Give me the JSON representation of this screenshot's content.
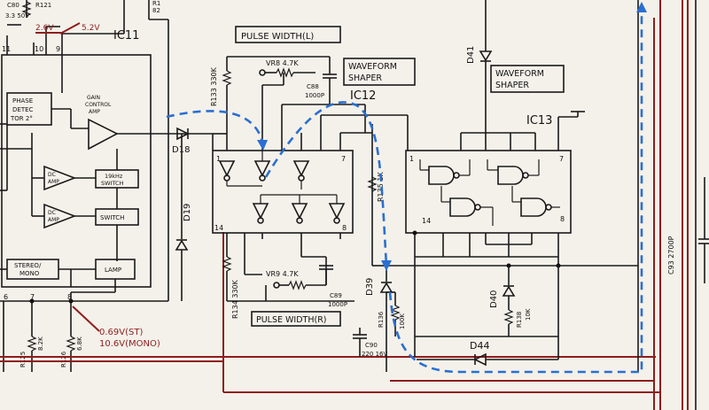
{
  "labels": {
    "ic11": "IC11",
    "ic12": "IC12",
    "ic13": "IC13",
    "pulse_width_l": "PULSE WIDTH(L)",
    "pulse_width_r": "PULSE WIDTH(R)",
    "waveform_shaper_1": "WAVEFORM",
    "waveform_shaper_1b": "SHAPER",
    "waveform_shaper_2": "WAVEFORM",
    "waveform_shaper_2b": "SHAPER",
    "phase_detector_1": "PHASE",
    "phase_detector_2": "DETEC",
    "phase_detector_3": "TOR 2°",
    "gain_control_1": "GAIN",
    "gain_control_2": "CONTROL",
    "gain_control_3": "AMP",
    "dc_amp_1": "DC",
    "dc_amp_1b": "AMP",
    "dc_amp_2": "DC",
    "dc_amp_2b": "AMP",
    "khz_switch_1": "19kHz",
    "khz_switch_2": "SWITCH",
    "switch": "SWITCH",
    "stereo_mono_1": "STEREO/",
    "stereo_mono_2": "MONO",
    "lamp": "LAMP",
    "v52": "5.2V",
    "v26": "2.6V",
    "v069": "0.69V(ST)",
    "v106": "10.6V(MONO)",
    "pin10": "10",
    "pin9": "9",
    "pin11": "11",
    "pin6": "6",
    "pin7": "7",
    "pin8": "8",
    "ic12_pin1": "1",
    "ic12_pin7": "7",
    "ic12_pin14": "14",
    "ic12_pin8": "8",
    "ic13_pin1": "1",
    "ic13_pin7": "7",
    "ic13_pin14": "14",
    "ic13_pin8": "8",
    "vr8": "VR8  4.7K",
    "vr9": "VR9  4.7K",
    "r133": "R133 330K",
    "r134": "R134 330K",
    "r135": "R135 1K",
    "r136": "R136",
    "r136v": "100K",
    "r138": "R138",
    "r138v": "10K",
    "r121": "R121",
    "r125": "R125",
    "r125v": "8.2K",
    "r126": "R126",
    "r126v": "6.8K",
    "r_top": "R1",
    "r_top2": "82",
    "c88": "C88",
    "c88v": "1000P",
    "c89": "C89",
    "c89v": "1000P",
    "c90": "C90",
    "c90v": "220 16V",
    "c80": "C80",
    "c80v": "3.3 50V",
    "c93": "C93 2700P",
    "d18": "D18",
    "d19": "D19",
    "d39": "D39",
    "d40": "D40",
    "d41": "D41",
    "d44": "D44"
  },
  "colors": {
    "wire": "#1a1a1a",
    "rail": "#8e1d1d",
    "signal_path": "#2a6fd1",
    "paper": "#f4f1ea"
  }
}
